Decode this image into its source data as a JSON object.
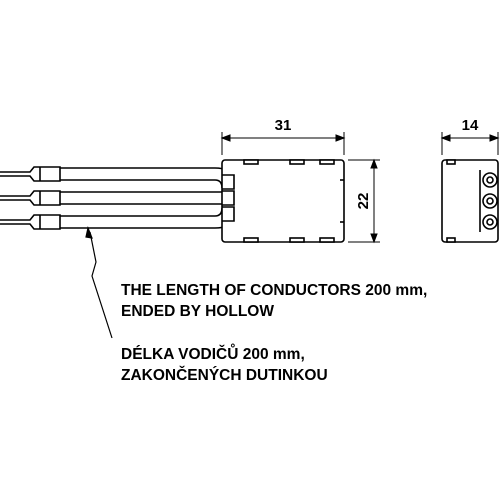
{
  "dimensions": {
    "module_width": "31",
    "module_height": "22",
    "module_depth": "14"
  },
  "notes": {
    "english": {
      "line1": "THE LENGTH OF CONDUCTORS 200 mm,",
      "line2": "ENDED BY HOLLOW"
    },
    "czech": {
      "line1": "DÉLKA VODIČŮ 200 mm,",
      "line2": "ZAKONČENÝCH DUTINKOU"
    }
  },
  "colors": {
    "line": "#000000",
    "background": "#ffffff"
  }
}
